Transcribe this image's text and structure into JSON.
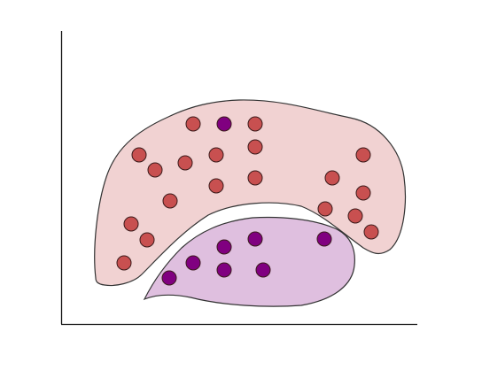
{
  "colors": {
    "background": "#ffffff",
    "axis": "#111111",
    "outline": "#333333",
    "class_a_fill": "#f1d2d2",
    "class_b_fill": "#dfbfdf",
    "class_a_point": "#c85050",
    "class_b_point": "#800080"
  },
  "chart_data": {
    "type": "scatter",
    "title": "",
    "xlabel": "",
    "ylabel": "",
    "grid": false,
    "legend": "none",
    "regions": [
      {
        "shape": "arch",
        "color": "#f1d2d2"
      },
      {
        "shape": "blob",
        "color": "#dfbfdf"
      }
    ],
    "series": [
      {
        "color": "#c85050",
        "points": [
          [
            218,
            140
          ],
          [
            288,
            140
          ],
          [
            157,
            175
          ],
          [
            175,
            192
          ],
          [
            209,
            184
          ],
          [
            244,
            175
          ],
          [
            288,
            166
          ],
          [
            244,
            210
          ],
          [
            288,
            201
          ],
          [
            192,
            227
          ],
          [
            148,
            253
          ],
          [
            166,
            271
          ],
          [
            140,
            297
          ],
          [
            410,
            175
          ],
          [
            375,
            201
          ],
          [
            410,
            218
          ],
          [
            367,
            236
          ],
          [
            401,
            244
          ],
          [
            419,
            262
          ]
        ]
      },
      {
        "color": "#800080",
        "points": [
          [
            253,
            140
          ],
          [
            253,
            279
          ],
          [
            288,
            270
          ],
          [
            366,
            270
          ],
          [
            218,
            297
          ],
          [
            253,
            305
          ],
          [
            297,
            305
          ],
          [
            191,
            314
          ]
        ]
      }
    ]
  }
}
